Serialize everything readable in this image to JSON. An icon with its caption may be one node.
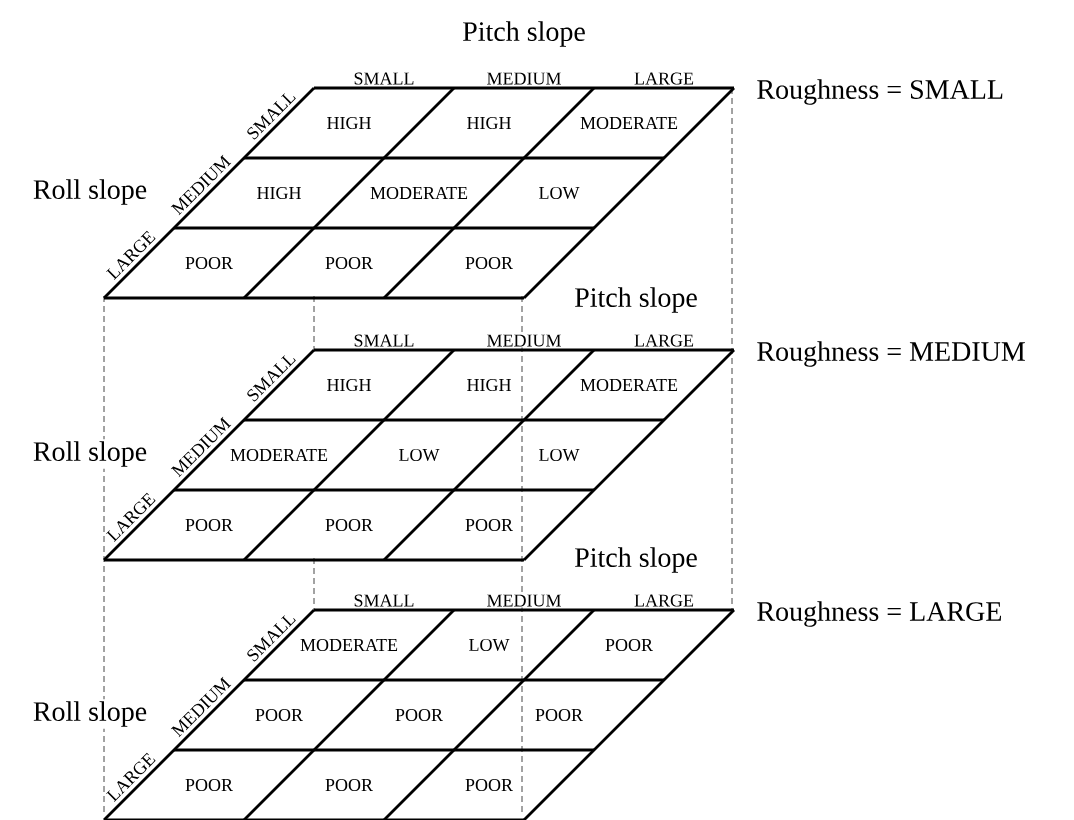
{
  "diagram": {
    "labels": [
      "Pitch slope",
      "SMALL",
      "MEDIUM",
      "LARGE",
      "Roughness = SMALL",
      "Roll slope",
      "SMALL",
      "MEDIUM",
      "LARGE",
      "HIGH",
      "HIGH",
      "MODERATE",
      "HIGH",
      "MODERATE",
      "LOW",
      "POOR",
      "POOR",
      "POOR",
      "Pitch slope",
      "SMALL",
      "MEDIUM",
      "LARGE",
      "Roughness = MEDIUM",
      "Roll slope",
      "SMALL",
      "MEDIUM",
      "LARGE",
      "HIGH",
      "HIGH",
      "MODERATE",
      "MODERATE",
      "LOW",
      "LOW",
      "POOR",
      "POOR",
      "POOR",
      "Pitch slope",
      "SMALL",
      "MEDIUM",
      "LARGE",
      "Roughness = LARGE",
      "Roll slope",
      "SMALL",
      "MEDIUM",
      "LARGE",
      "MODERATE",
      "LOW",
      "POOR",
      "POOR",
      "POOR",
      "POOR",
      "POOR",
      "POOR",
      "POOR"
    ]
  }
}
